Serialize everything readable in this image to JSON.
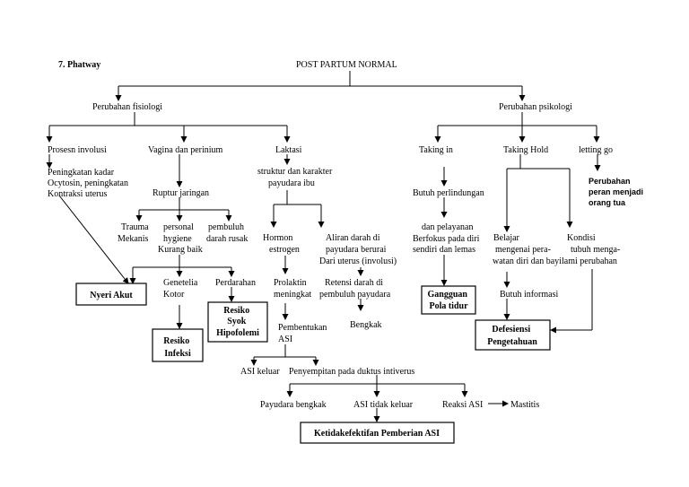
{
  "section_title": "7.  Phatway",
  "root": "POST PARTUM NORMAL",
  "fisiologi": {
    "title": "Perubahan fisiologi",
    "involusi": {
      "title": "Prosesn involusi",
      "detail": [
        "Peningkatan kadar",
        "Ocytosin, peningkatan",
        "Kontraksi uterus"
      ]
    },
    "vagina": {
      "title": "Vagina dan perinium",
      "rupture": "Ruptur jaringan",
      "trauma": [
        "Trauma",
        "Mekanis"
      ],
      "personal": [
        "personal",
        "hygiene",
        "Kurang baik"
      ],
      "pembuluh": [
        "pembuluh",
        "darah rusak"
      ],
      "genetalia": [
        "Genetelia",
        "Kotor"
      ],
      "perdarahan": "Perdarahan"
    },
    "laktasi": {
      "title": "Laktasi",
      "struktur": [
        "struktur dan karakter",
        "payudara ibu"
      ],
      "hormon": [
        "Hormon",
        "estrogen"
      ],
      "prolaktin": [
        "Prolaktin",
        "meningkat"
      ],
      "pembentukan": [
        "Pembentukan",
        "ASI"
      ],
      "aliran": [
        "Aliran darah di",
        "payudara berurai",
        "Dari uterus (involusi)"
      ],
      "retensi": [
        "Retensi darah di",
        "pembuluh payudara"
      ],
      "bengkak": "Bengkak",
      "asi_keluar": "ASI keluar",
      "penyempitan": "Penyempitan pada duktus intiverus",
      "payudara_bengkak": "Payudara bengkak",
      "asi_tidak_keluar": "ASI tidak keluar",
      "reaksi_asi": "Reaksi ASI",
      "mastitis": "Mastitis"
    }
  },
  "psikologi": {
    "title": "Perubahan psikologi",
    "taking_in": {
      "title": "Taking in",
      "butuh": "Butuh perlindungan",
      "pelayanan": [
        "dan pelayanan",
        "Berfokus pada diri",
        "sendiri dan lemas"
      ]
    },
    "taking_hold": {
      "title": "Taking Hold",
      "belajar": [
        "Belajar",
        "mengenai pera-",
        "watan diri dan bayi"
      ],
      "butuh_info": "Butuh informasi"
    },
    "letting_go": {
      "title": "letting go",
      "perubahan": [
        "Perubahan",
        "peran menjadi",
        "orang tua"
      ],
      "kondisi": [
        "Kondisi",
        "tubuh menga-",
        "lami perubahan"
      ]
    }
  },
  "diagnoses": {
    "nyeri": [
      "Nyeri Akut"
    ],
    "infeksi": [
      "Resiko",
      "Infeksi"
    ],
    "syok": [
      "Resiko",
      "Syok",
      "Hipofolemi"
    ],
    "tidur": [
      "Gangguan",
      "Pola tidur"
    ],
    "pengetahuan": [
      "Defesiensi",
      "Pengetahuan"
    ],
    "asi": [
      "Ketidakefektifan Pemberian ASI"
    ]
  }
}
